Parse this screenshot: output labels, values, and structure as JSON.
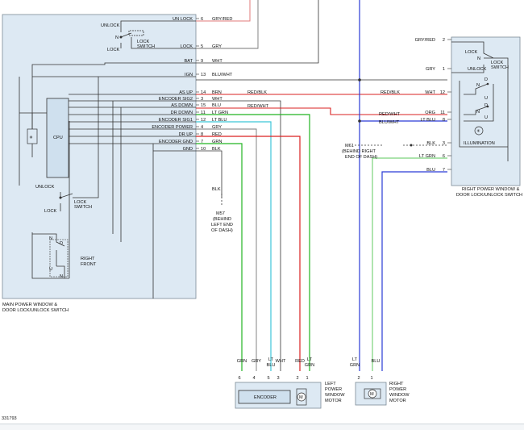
{
  "figure_id": "331793",
  "colors": {
    "box_fill": "#dde9f3",
    "wire_black": "#333333",
    "wire_red": "#d92020",
    "wire_blue": "#2a3bd6",
    "wire_green": "#22b422",
    "wire_cyan": "#3cc6d8",
    "wire_lightgreen": "#7ad27a",
    "wire_pink": "#e07a7a"
  },
  "main_switch": {
    "name": "MAIN POWER WINDOW & DOOR LOCK/UNLOCK SWITCH",
    "name_line1": "MAIN POWER WINDOW &",
    "name_line2": "DOOR LOCK/UNLOCK SWITCH",
    "cpu": "CPU",
    "lock_switch_top": {
      "unlock": "UNLOCK",
      "n": "N",
      "lock": "LOCK",
      "label1": "LOCK",
      "label2": "SWITCH"
    },
    "lock_switch_mid": {
      "unlock": "UNLOCK",
      "lock": "LOCK",
      "label1": "LOCK",
      "label2": "SWITCH"
    },
    "right_front": {
      "label1": "RIGHT",
      "label2": "FRONT",
      "n1": "N",
      "d": "D",
      "u": "U",
      "n2": "N"
    },
    "pins": [
      {
        "name": "UN LOCK",
        "pin": "6",
        "wire": "GRY/RED"
      },
      {
        "name": "LOCK",
        "pin": "5",
        "wire": "GRY"
      },
      {
        "name": "BAT",
        "pin": "9",
        "wire": "WHT"
      },
      {
        "name": "IGN",
        "pin": "13",
        "wire": "BLU/WHT"
      },
      {
        "name": "AS UP",
        "pin": "14",
        "wire": "BRN"
      },
      {
        "name": "ENCODER SIG2",
        "pin": "3",
        "wire": "WHT"
      },
      {
        "name": "AS DOWN",
        "pin": "15",
        "wire": "BLU"
      },
      {
        "name": "DR DOWN",
        "pin": "11",
        "wire": "LT GRN"
      },
      {
        "name": "ENCODER SIG1",
        "pin": "12",
        "wire": "LT BLU"
      },
      {
        "name": "ENCODER POWER",
        "pin": "4",
        "wire": "GRY"
      },
      {
        "name": "DR UP",
        "pin": "8",
        "wire": "RED"
      },
      {
        "name": "ENCODER GND",
        "pin": "7",
        "wire": "GRN"
      },
      {
        "name": "GND",
        "pin": "10",
        "wire": "BLK"
      }
    ]
  },
  "mid_wire_labels": {
    "red_blk": "RED/BLK",
    "red_wht": "RED/WHT"
  },
  "ground_m57": {
    "wire": "BLK",
    "name": "M57",
    "desc1": "(BEHIND",
    "desc2": "LEFT END",
    "desc3": "OF DASH)"
  },
  "ground_m61": {
    "name": "M61",
    "desc1": "(BEHIND RIGHT",
    "desc2": "END OF DASH)"
  },
  "right_switch": {
    "name_line1": "RIGHT POWER WINDOW &",
    "name_line2": "DOOR LOCK/UNLOCK SWITCH",
    "lock_switch": {
      "lock": "LOCK",
      "n": "N",
      "unlock": "UNLOCK",
      "label1": "LOCK",
      "label2": "SWITCH"
    },
    "window_switch": {
      "n1": "N",
      "d": "D",
      "u": "U",
      "n2": "N",
      "d2": "D",
      "u2": "U"
    },
    "illumination": "ILLUMINATION",
    "pins": [
      {
        "pin": "2",
        "wire": "GRY/RED"
      },
      {
        "pin": "1",
        "wire": "GRY"
      },
      {
        "pin": "12",
        "wire": "WHT"
      },
      {
        "pin": "11",
        "wire": "ORG"
      },
      {
        "pin": "8",
        "wire": "LT BLU"
      },
      {
        "pin": "3",
        "wire": "BLK"
      },
      {
        "pin": "6",
        "wire": "LT GRN"
      },
      {
        "pin": "7",
        "wire": "BLU"
      }
    ],
    "left_labels": {
      "red_blk": "RED/BLK",
      "red_wht": "RED/WHT",
      "blu_wht": "BLU/WHT"
    }
  },
  "left_motor": {
    "label1": "LEFT",
    "label2": "POWER",
    "label3": "WINDOW",
    "label4": "MOTOR",
    "encoder": "ENCODER",
    "m": "M",
    "wires": [
      {
        "color": "GRN",
        "pin": "6"
      },
      {
        "color": "GRY",
        "pin": "4"
      },
      {
        "color": "LT BLU",
        "pin": "5"
      },
      {
        "color": "WHT",
        "pin": "3"
      },
      {
        "color": "RED",
        "pin": "2"
      },
      {
        "color": "LT GRN",
        "pin": "1"
      }
    ]
  },
  "right_motor": {
    "label1": "RIGHT",
    "label2": "POWER",
    "label3": "WINDOW",
    "label4": "MOTOR",
    "m": "M",
    "wires": [
      {
        "color": "LT GRN",
        "pin": "2"
      },
      {
        "color": "BLU",
        "pin": "1"
      }
    ]
  }
}
